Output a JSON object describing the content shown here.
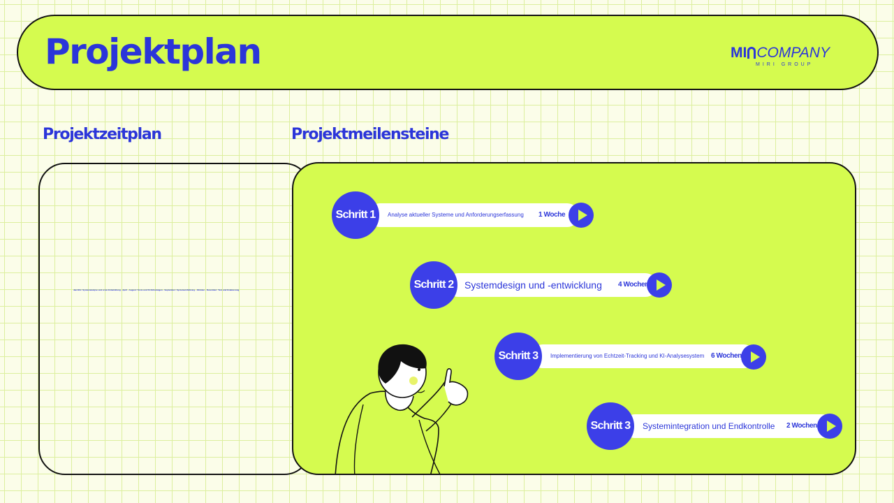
{
  "header": {
    "title": "Projektplan"
  },
  "logo": {
    "mark": "MI",
    "company": "COMPANY",
    "subtitle": "MIRI GROUP"
  },
  "timeline": {
    "heading": "Projektzeitplan",
    "text": "Jan-Mrz: Systemanalyse und erste Entwicklung · April - August: Tests und KI-Schulungen · September: Systemeinführung · Oktober - Dezember: Test und Evaluierung"
  },
  "milestones": {
    "heading": "Projektmeilensteine",
    "steps": [
      {
        "label": "Schritt 1",
        "description": "Analyse aktueller Systeme und Anforderungserfassung",
        "duration": "1 Woche"
      },
      {
        "label": "Schritt 2",
        "description": "Systemdesign und -entwicklung",
        "duration": "4 Wochen"
      },
      {
        "label": "Schritt 3",
        "description": "Implementierung von Echtzeit-Tracking und KI-Analysesystem",
        "duration": "6 Wochen"
      },
      {
        "label": "Schritt 3",
        "description": "Systemintegration und Endkontrolle",
        "duration": "2 Wochen"
      }
    ]
  },
  "colors": {
    "accent": "#2b35d9",
    "badge": "#3c3fe8",
    "lime": "#d5fb4f",
    "grid": "#dcef9e"
  },
  "icons": [
    "play-icon",
    "pointing-character-illustration"
  ]
}
